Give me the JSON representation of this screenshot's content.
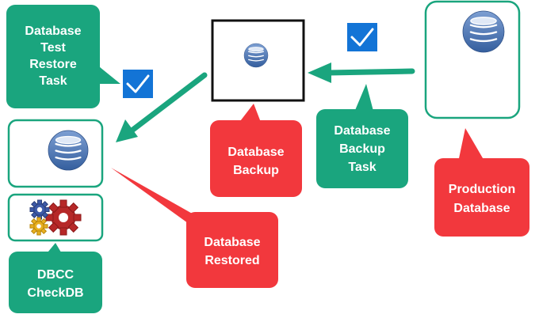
{
  "colors": {
    "green": "#1aa57e",
    "red": "#f2383d",
    "check_blue": "#1374d6",
    "db_blue": "#4f77b3"
  },
  "icons": {
    "database": "database-icon",
    "checkmark": "checkmark-icon",
    "gears": "gears-icon"
  },
  "callouts": {
    "test_restore_task": [
      "Database",
      "Test",
      "Restore",
      "Task"
    ],
    "backup_task": [
      "Database",
      "Backup",
      "Task"
    ],
    "backup": [
      "Database",
      "Backup"
    ],
    "production": [
      "Production",
      "Database"
    ],
    "restored": [
      "Database",
      "Restored"
    ],
    "dbcc": [
      "DBCC",
      "CheckDB"
    ]
  }
}
